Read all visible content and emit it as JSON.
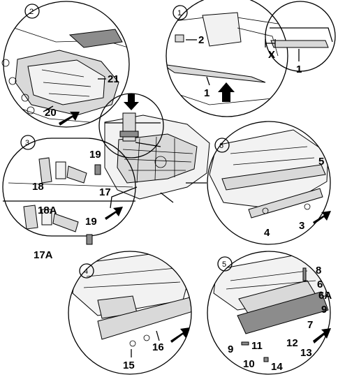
{
  "panels": [
    {
      "id": "1",
      "labels": [
        "1",
        "1",
        "2",
        "X"
      ]
    },
    {
      "id": "2",
      "labels": [
        "21",
        "20"
      ]
    },
    {
      "id": "3",
      "labels": [
        "19",
        "18",
        "17",
        "18A",
        "19",
        "17A"
      ]
    },
    {
      "id": "6",
      "labels": [
        "5",
        "3",
        "4"
      ]
    },
    {
      "id": "4",
      "labels": [
        "16",
        "15"
      ]
    },
    {
      "id": "5",
      "labels": [
        "8",
        "6",
        "6A",
        "9",
        "7",
        "9",
        "11",
        "12",
        "13",
        "10",
        "14"
      ]
    }
  ],
  "colors": {
    "line": "#000000",
    "shade": "#d9d9d9",
    "dark": "#8c8c8c",
    "arrow": "#000000"
  }
}
